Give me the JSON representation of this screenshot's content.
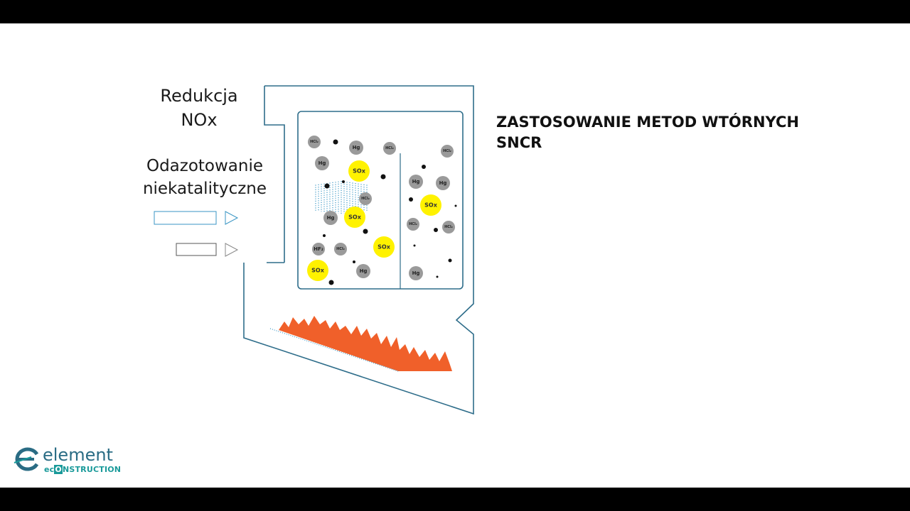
{
  "labels": {
    "reduction_line1": "Redukcja",
    "reduction_line2": "NOx",
    "method_line1": "Odazotowanie",
    "method_line2": "niekatalityczne"
  },
  "heading": {
    "line1": "ZASTOSOWANIE METOD WTÓRNYCH",
    "line2": "SNCR"
  },
  "molecules": [
    {
      "text": "HCl₂",
      "kind": "gray"
    },
    {
      "text": "Hg",
      "kind": "gray"
    },
    {
      "text": "HCl₂",
      "kind": "gray"
    },
    {
      "text": "Hg",
      "kind": "gray"
    },
    {
      "text": "SOx",
      "kind": "yellow"
    },
    {
      "text": "HCl₂",
      "kind": "gray"
    },
    {
      "text": "SOx",
      "kind": "yellow"
    },
    {
      "text": "Hg",
      "kind": "gray"
    },
    {
      "text": "SOx",
      "kind": "yellow"
    },
    {
      "text": "HF₂",
      "kind": "gray"
    },
    {
      "text": "HCl₂",
      "kind": "gray"
    },
    {
      "text": "SOx",
      "kind": "yellow"
    },
    {
      "text": "Hg",
      "kind": "gray"
    },
    {
      "text": "HCl₂",
      "kind": "gray"
    },
    {
      "text": "Hg",
      "kind": "gray"
    },
    {
      "text": "Hg",
      "kind": "gray"
    },
    {
      "text": "SOx",
      "kind": "yellow"
    },
    {
      "text": "HCl₂",
      "kind": "gray"
    },
    {
      "text": "HCl₂",
      "kind": "gray"
    },
    {
      "text": "Hg",
      "kind": "gray"
    }
  ],
  "colors": {
    "outline": "#2e6d8a",
    "flame": "#f0602a",
    "yellow": "#fff200",
    "gray": "#9a9a9a",
    "spray": "#3a96c4"
  },
  "logo": {
    "word": "element",
    "sub_prefix": "ec",
    "sub_box": "O",
    "sub_suffix": "NSTRUCTION"
  }
}
